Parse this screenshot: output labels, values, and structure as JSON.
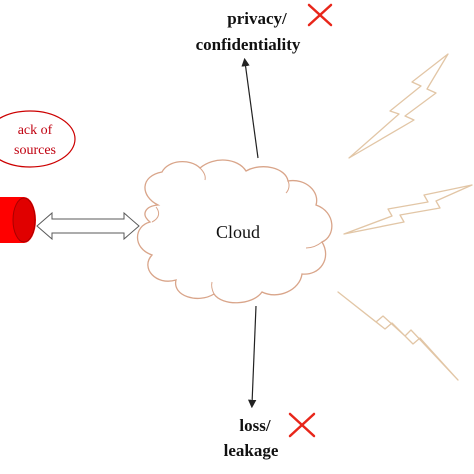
{
  "diagram": {
    "cloud_label": "Cloud",
    "top_label": {
      "line1": "privacy/",
      "line2": "confidentiality"
    },
    "bottom_label": {
      "line1": "loss/",
      "line2": "leakage"
    },
    "callout": {
      "line1": "ack of",
      "line2": "sources"
    }
  },
  "colors": {
    "cross": "#e8261a",
    "device": "#ff0000",
    "callout_stroke": "#cc0000",
    "callout_text": "#c0000f",
    "bolt_stroke": "#e2c6a6",
    "cloud_stroke": "#d9a58a",
    "arrow": "#222222"
  },
  "icons": {
    "top_mark": "red-cross-icon",
    "bottom_mark": "red-cross-icon",
    "bolts": "lightning-bolt-icon",
    "device": "red-cylinder-icon"
  }
}
